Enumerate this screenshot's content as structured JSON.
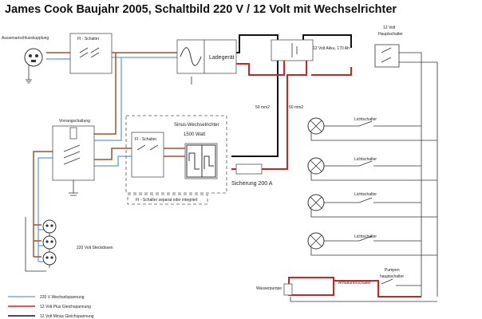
{
  "title": "James Cook Baujahr 2005, Schaltbild 220 V / 12 Volt mit Wechselrichter",
  "labels": {
    "inlet": "Aussenanschlusskupplung",
    "fi_top": "FI - Schalter",
    "charger": "Ladegerät",
    "battery": "12 Volt Akku, 170 Ah",
    "main_switch_line1": "12 Volt",
    "main_switch_line2": "Hauptschalter",
    "priority": "Vorrangschaltung",
    "inverter_title": "Sinus-Wechselrichter",
    "inverter_watt": "1500 Watt",
    "fi_inverter": "FI - Schalter",
    "fi_note": "FI - Schalter separat oder integriert",
    "fuse": "Sicherung 200 A",
    "cable_black": "50 mm2",
    "cable_red": "50 mm2",
    "sockets": "220 Volt Steckdosen",
    "light_switch_1": "Lichtschalter",
    "light_switch_2": "Lichtschalter",
    "light_switch_3": "Lichtschalter",
    "light_switch_4": "Lichtschalter",
    "pump_label1": "Pumpen",
    "pump_label2": "hauptschalter",
    "fitting_switch": "Armaturenschalter",
    "water_pump": "Wasserpumpe"
  },
  "legend": [
    {
      "label": "220 V Wechselspannung",
      "color": "#7fa8d8"
    },
    {
      "label": "12 Volt Plus Gleichspannung",
      "color": "#d42020"
    },
    {
      "label": "12 Volt Minus Gleichspannung",
      "color": "#111111"
    }
  ],
  "colors": {
    "ac_brown": "#a0522d",
    "ac_blue": "#7fa8d8",
    "dc_plus": "#d42020",
    "dc_minus": "#111111"
  }
}
